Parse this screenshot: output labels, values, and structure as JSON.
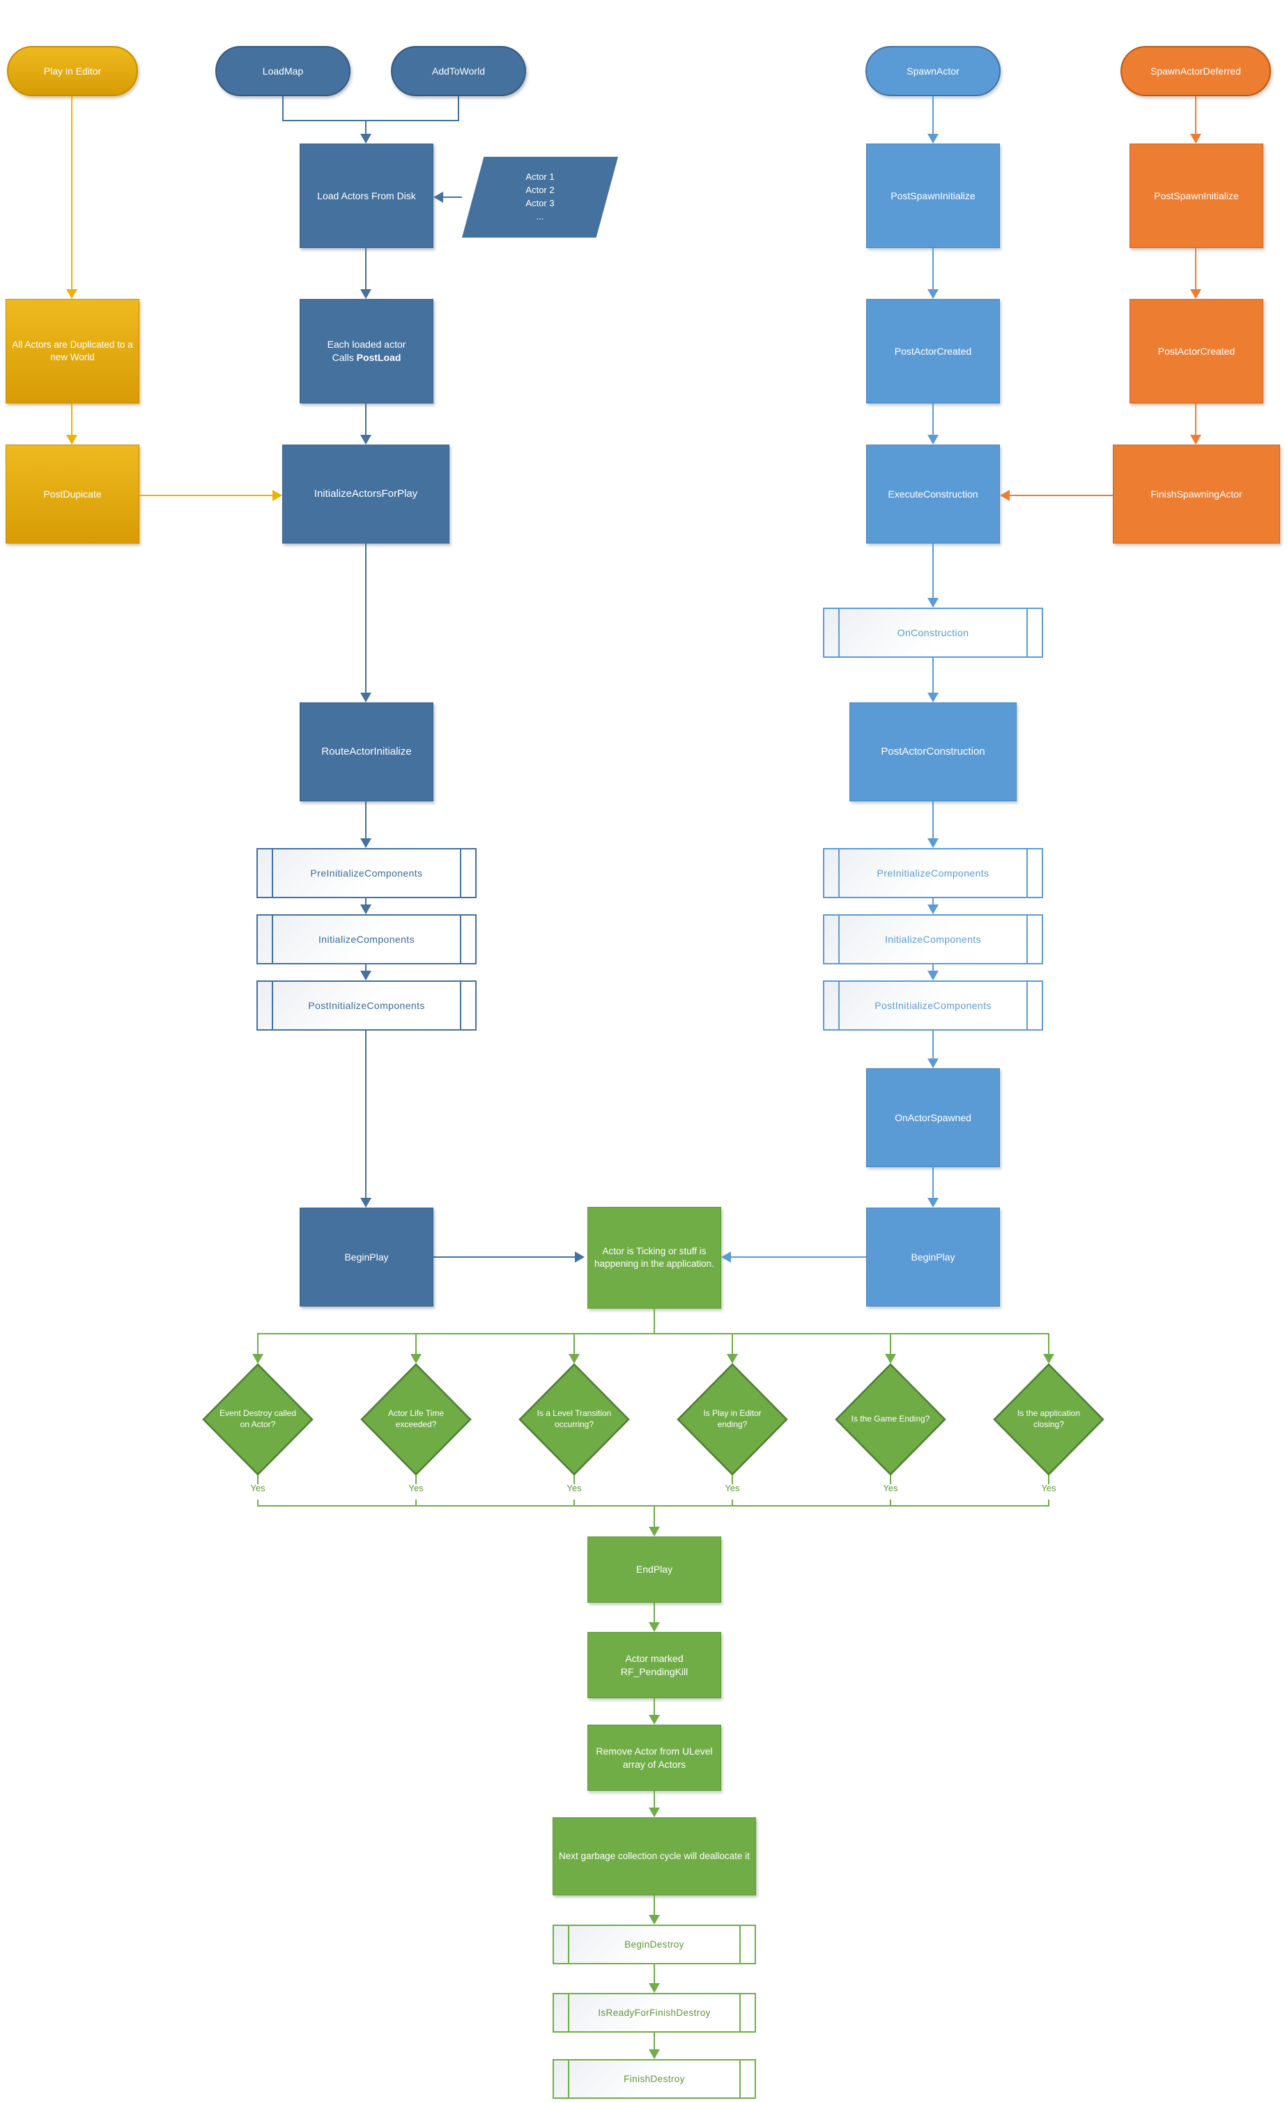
{
  "colors": {
    "steel_blue": "#44719E",
    "light_blue": "#5B9BD5",
    "orange": "#ED7D31",
    "gold": "#DFA90E",
    "green": "#70AD47"
  },
  "pills": {
    "play_in_editor": "Play in Editor",
    "load_map": "LoadMap",
    "add_to_world": "AddToWorld",
    "spawn_actor": "SpawnActor",
    "spawn_actor_deferred": "SpawnActorDeferred"
  },
  "editor_flow": {
    "all_actors_duplicated": "All Actors are Duplicated to a new World",
    "post_duplicate": "PostDupicate"
  },
  "load_flow": {
    "load_actors_from_disk": "Load Actors From Disk",
    "actor_items": [
      "Actor 1",
      "Actor 2",
      "Actor 3",
      "..."
    ],
    "each_loaded_line1": "Each loaded actor",
    "calls_label": "Calls ",
    "post_load": "PostLoad",
    "initialize_actors_for_play": "InitializeActorsForPlay",
    "route_actor_initialize": "RouteActorInitialize",
    "pre_initialize_components": "PreInitializeComponents",
    "initialize_components": "InitializeComponents",
    "post_initialize_components": "PostInitializeComponents",
    "begin_play": "BeginPlay"
  },
  "spawn_flow": {
    "post_spawn_initialize": "PostSpawnInitialize",
    "post_actor_created": "PostActorCreated",
    "execute_construction": "ExecuteConstruction",
    "on_construction": "OnConstruction",
    "post_actor_construction": "PostActorConstruction",
    "pre_initialize_components": "PreInitializeComponents",
    "initialize_components": "InitializeComponents",
    "post_initialize_components": "PostInitializeComponents",
    "on_actor_spawned": "OnActorSpawned",
    "begin_play": "BeginPlay"
  },
  "deferred_flow": {
    "post_spawn_initialize": "PostSpawnInitialize",
    "post_actor_created": "PostActorCreated",
    "finish_spawning_actor": "FinishSpawningActor"
  },
  "ticking": {
    "label": "Actor is Ticking or stuff is happening in the application."
  },
  "decisions": [
    {
      "label": "Event Destroy called on Actor?",
      "answer": "Yes"
    },
    {
      "label": "Actor Life Time exceeded?",
      "answer": "Yes"
    },
    {
      "label": "Is a Level Transition occurring?",
      "answer": "Yes"
    },
    {
      "label": "Is Play in Editor ending?",
      "answer": "Yes"
    },
    {
      "label": "Is the Game Ending?",
      "answer": "Yes"
    },
    {
      "label": "Is the application closing?",
      "answer": "Yes"
    }
  ],
  "destroy_flow": {
    "end_play": "EndPlay",
    "actor_marked": "Actor marked RF_PendingKill",
    "remove_actor": "Remove Actor from ULevel array of Actors",
    "garbage": "Next garbage collection cycle will deallocate it",
    "begin_destroy": "BeginDestroy",
    "is_ready_for_finish_destroy": "IsReadyForFinishDestroy",
    "finish_destroy": "FinishDestroy"
  }
}
